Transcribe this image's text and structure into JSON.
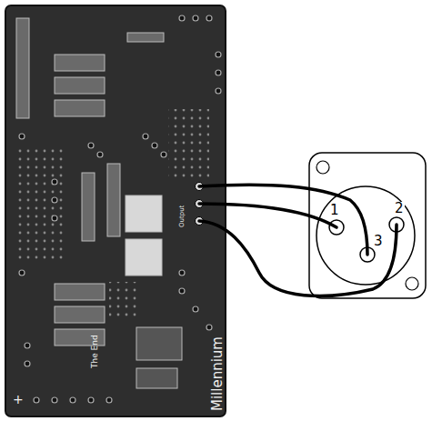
{
  "diagram": {
    "labels": [
      "1",
      "3",
      "2",
      "Millennium",
      "The End",
      "+",
      "Output"
    ]
  }
}
